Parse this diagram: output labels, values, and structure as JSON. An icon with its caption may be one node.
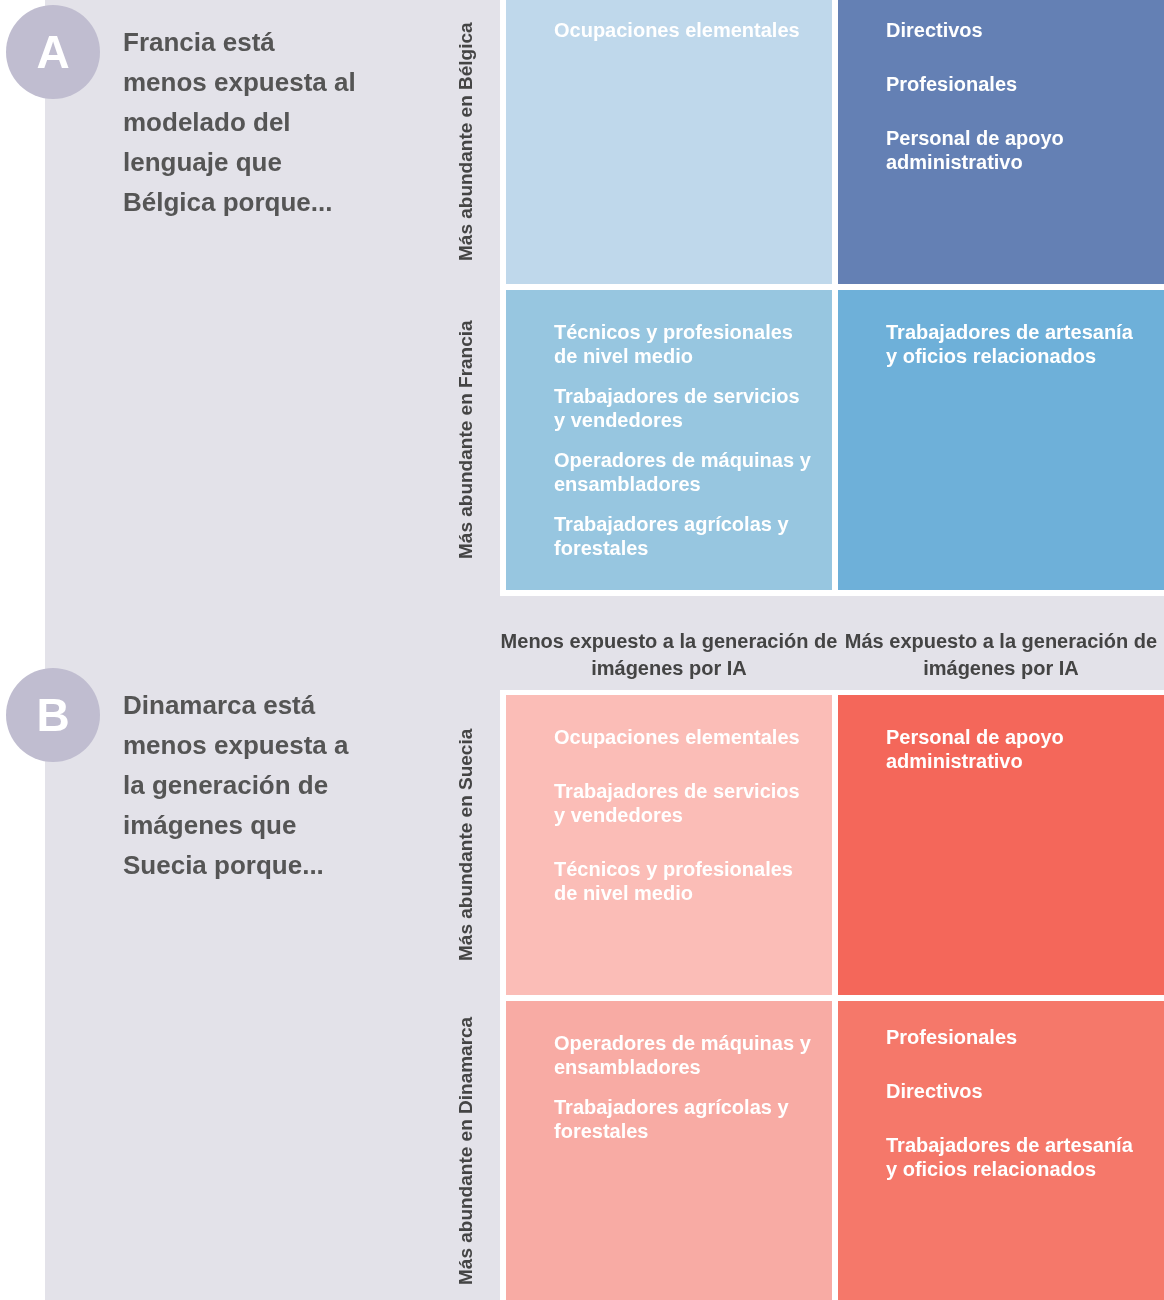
{
  "diagram": {
    "nodes": [
      {
        "text": [
          "A"
        ]
      },
      {
        "text": [
          "Ocupaciones elementales"
        ]
      },
      {
        "text": [
          "Directivos",
          "Profesionales",
          "Personal de apoyo administrativo"
        ]
      },
      {
        "text": [
          "Técnicos y profesionales de nivel medio",
          "Trabajadores de servicios y vendedores",
          "Operadores de máquinas y ensambladores",
          "Trabajadores agrícolas y forestales"
        ]
      },
      {
        "text": [
          "Trabajadores de artesanía y oficios relacionados"
        ]
      },
      {
        "text": [
          "B"
        ]
      },
      {
        "text": [
          "Ocupaciones elementales",
          "Trabajadores de servicios y vendedores",
          "Técnicos y profesionales de nivel medio"
        ]
      },
      {
        "text": [
          "Personal de apoyo administrativo"
        ]
      },
      {
        "text": [
          "Operadores de máquinas y ensambladores",
          "Trabajadores agrícolas y forestales"
        ]
      },
      {
        "text": [
          "Profesionales",
          "Directivos",
          "Trabajadores de artesanía y oficios relacionados"
        ]
      }
    ],
    "labels": [
      "Francia está menos expuesta al modelado del lenguaje que Bélgica porque...",
      "Más abundante en Bélgica",
      "Más abundante en Francia",
      "Menos expuesto a la generación de imágenes por IA",
      "Más expuesto a la generación de imágenes por IA",
      "Dinamarca está menos expuesta a la generación de imágenes que Suecia porque...",
      "Más abundante en Suecia",
      "Más abundante en Dinamarca"
    ]
  }
}
